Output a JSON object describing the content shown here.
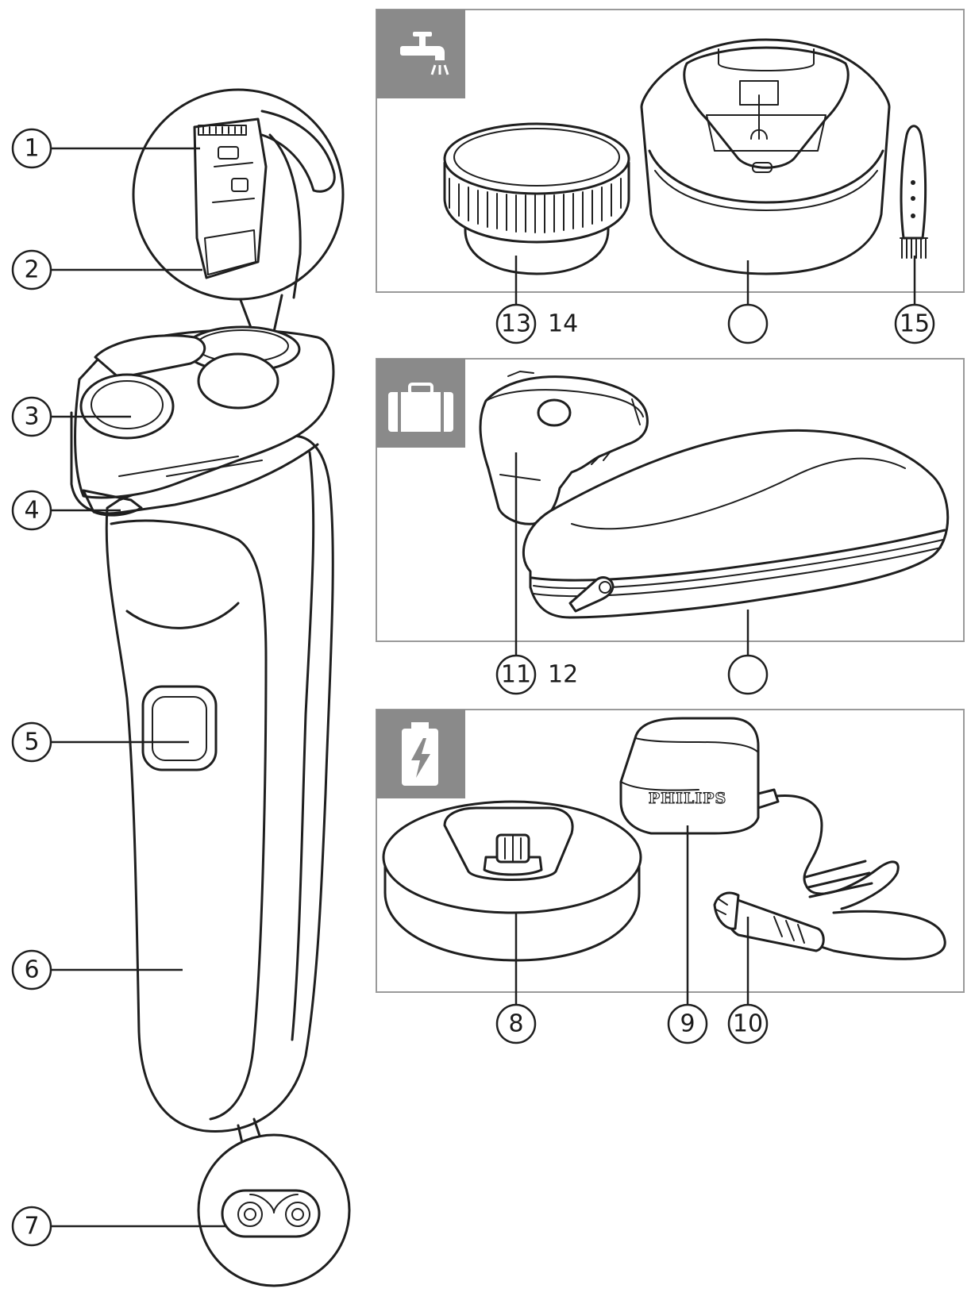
{
  "colors": {
    "line": "#1f1f1f",
    "panel_border": "#9a9a9a",
    "icon_box": "#8a8a8a",
    "background": "#ffffff"
  },
  "panels": [
    {
      "id": "cleaning",
      "icon": "water-tap-icon"
    },
    {
      "id": "travel",
      "icon": "travel-case-icon"
    },
    {
      "id": "charging",
      "icon": "battery-charging-icon"
    }
  ],
  "callouts": [
    {
      "id": "c1",
      "label": "1"
    },
    {
      "id": "c2",
      "label": "2"
    },
    {
      "id": "c3",
      "label": "3"
    },
    {
      "id": "c4",
      "label": "4"
    },
    {
      "id": "c5",
      "label": "5"
    },
    {
      "id": "c6",
      "label": "6"
    },
    {
      "id": "c7",
      "label": "7"
    },
    {
      "id": "c8",
      "label": "8"
    },
    {
      "id": "c9",
      "label": "9"
    },
    {
      "id": "c10",
      "label": "10"
    },
    {
      "id": "c11",
      "label": "11",
      "extra": "12"
    },
    {
      "id": "c13",
      "label": "13",
      "extra": "14"
    },
    {
      "id": "c15",
      "label": "15"
    },
    {
      "id": "c-cartridge",
      "label": ""
    },
    {
      "id": "c-case",
      "label": ""
    }
  ],
  "brand": "PHILIPS"
}
